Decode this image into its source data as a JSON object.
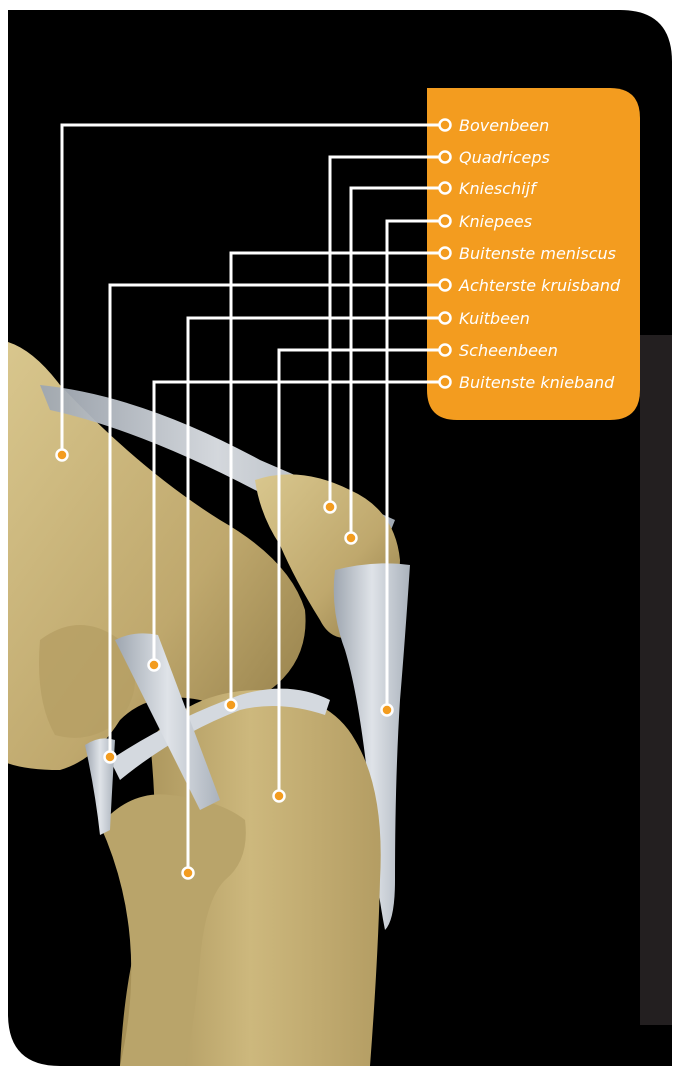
{
  "diagram": {
    "colors": {
      "background": "#000000",
      "accent": "#f39c1f",
      "leader_line": "#ffffff",
      "marker_fill": "#f39c1f",
      "bone": "#c9b57f",
      "ligament": "#c7ccd4"
    },
    "labels": [
      {
        "id": "bovenbeen",
        "text": "Bovenbeen"
      },
      {
        "id": "quadriceps",
        "text": "Quadriceps"
      },
      {
        "id": "knieschijf",
        "text": "Knieschijf"
      },
      {
        "id": "kniepees",
        "text": "Kniepees"
      },
      {
        "id": "buitenste-meniscus",
        "text": "Buitenste meniscus"
      },
      {
        "id": "achterste-kruisband",
        "text": "Achterste kruisband"
      },
      {
        "id": "kuitbeen",
        "text": "Kuitbeen"
      },
      {
        "id": "scheenbeen",
        "text": "Scheenbeen"
      },
      {
        "id": "buitenste-knieband",
        "text": "Buitenste knieband"
      }
    ]
  }
}
